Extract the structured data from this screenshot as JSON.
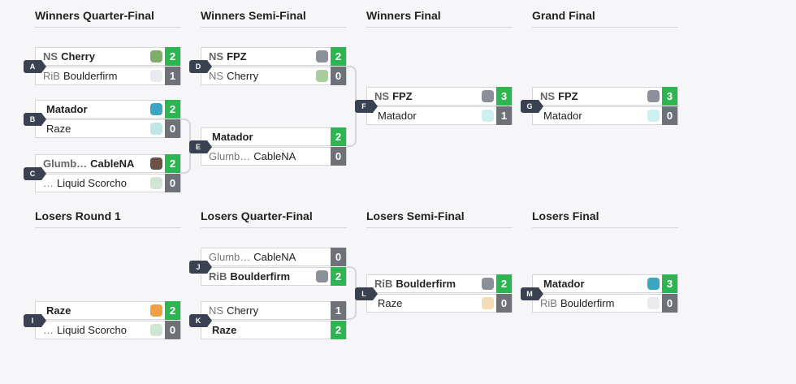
{
  "columns": {
    "wqf": "Winners Quarter-Final",
    "wsf": "Winners Semi-Final",
    "wf": "Winners Final",
    "gf": "Grand Final",
    "lr1": "Losers Round 1",
    "lqf": "Losers Quarter-Final",
    "lsf": "Losers Semi-Final",
    "lf": "Losers Final"
  },
  "matches": {
    "A": {
      "tag": "A",
      "t1": {
        "prefix": "NS",
        "name": "Cherry",
        "score": "2",
        "logo": "#7fae6a"
      },
      "t2": {
        "prefix": "RiB",
        "name": "Boulderfirm",
        "score": "1",
        "logo": "#e8eaf0"
      }
    },
    "B": {
      "tag": "B",
      "t1": {
        "prefix": "",
        "name": "Matador",
        "score": "2",
        "logo": "#3ba6c4"
      },
      "t2": {
        "prefix": "",
        "name": "Raze",
        "score": "0",
        "logo": "#bfe7e8"
      }
    },
    "C": {
      "tag": "C",
      "t1": {
        "prefix": "Glumb…",
        "name": "CableNA",
        "score": "2",
        "logo": "#6b5146"
      },
      "t2": {
        "prefix": "…",
        "name": "Liquid Scorcho",
        "score": "0",
        "logo": "#cfe5d6"
      }
    },
    "D": {
      "tag": "D",
      "t1": {
        "prefix": "NS",
        "name": "FPZ",
        "score": "2",
        "logo": "#8a8f99"
      },
      "t2": {
        "prefix": "NS",
        "name": "Cherry",
        "score": "0",
        "logo": "#a8cd9a"
      }
    },
    "E": {
      "tag": "E",
      "t1": {
        "prefix": "",
        "name": "Matador",
        "score": "2",
        "logo": ""
      },
      "t2": {
        "prefix": "Glumb…",
        "name": "CableNA",
        "score": "0",
        "logo": ""
      }
    },
    "F": {
      "tag": "F",
      "t1": {
        "prefix": "NS",
        "name": "FPZ",
        "score": "3",
        "logo": "#8a8f99"
      },
      "t2": {
        "prefix": "",
        "name": "Matador",
        "score": "1",
        "logo": "#cdeff0"
      }
    },
    "G": {
      "tag": "G",
      "t1": {
        "prefix": "NS",
        "name": "FPZ",
        "score": "3",
        "logo": "#8a8f99"
      },
      "t2": {
        "prefix": "",
        "name": "Matador",
        "score": "0",
        "logo": "#cdeff0"
      }
    },
    "I": {
      "tag": "I",
      "t1": {
        "prefix": "",
        "name": "Raze",
        "score": "2",
        "logo": "#f0a044"
      },
      "t2": {
        "prefix": "…",
        "name": "Liquid Scorcho",
        "score": "0",
        "logo": "#cfe5d6"
      }
    },
    "J": {
      "tag": "J",
      "t1": {
        "prefix": "Glumb…",
        "name": "CableNA",
        "score": "0",
        "logo": ""
      },
      "t2": {
        "prefix": "RiB",
        "name": "Boulderfirm",
        "score": "2",
        "logo": "#8a8f99"
      }
    },
    "K": {
      "tag": "K",
      "t1": {
        "prefix": "NS",
        "name": "Cherry",
        "score": "1",
        "logo": ""
      },
      "t2": {
        "prefix": "",
        "name": "Raze",
        "score": "2",
        "logo": ""
      }
    },
    "L": {
      "tag": "L",
      "t1": {
        "prefix": "RiB",
        "name": "Boulderfirm",
        "score": "2",
        "logo": "#8a8f99"
      },
      "t2": {
        "prefix": "",
        "name": "Raze",
        "score": "0",
        "logo": "#f6dcb4"
      }
    },
    "M": {
      "tag": "M",
      "t1": {
        "prefix": "",
        "name": "Matador",
        "score": "3",
        "logo": "#3ba6c4"
      },
      "t2": {
        "prefix": "RiB",
        "name": "Boulderfirm",
        "score": "0",
        "logo": "#e8eaf0"
      }
    }
  },
  "colors": {
    "win": "#2db552",
    "lose": "#6e7177",
    "tag": "#3a4150"
  }
}
